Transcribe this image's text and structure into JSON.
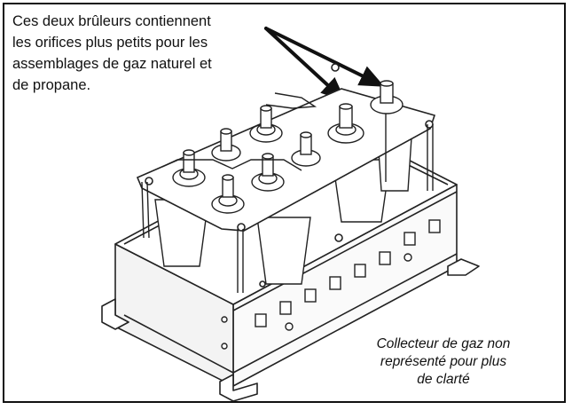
{
  "callout": {
    "lines": [
      "Ces deux brûleurs contiennent",
      "les orifices plus petits pour les",
      "assemblages de gaz naturel et",
      "de propane."
    ]
  },
  "note": {
    "lines": [
      "Collecteur de gaz non",
      "représenté pour plus",
      "de clarté"
    ]
  }
}
